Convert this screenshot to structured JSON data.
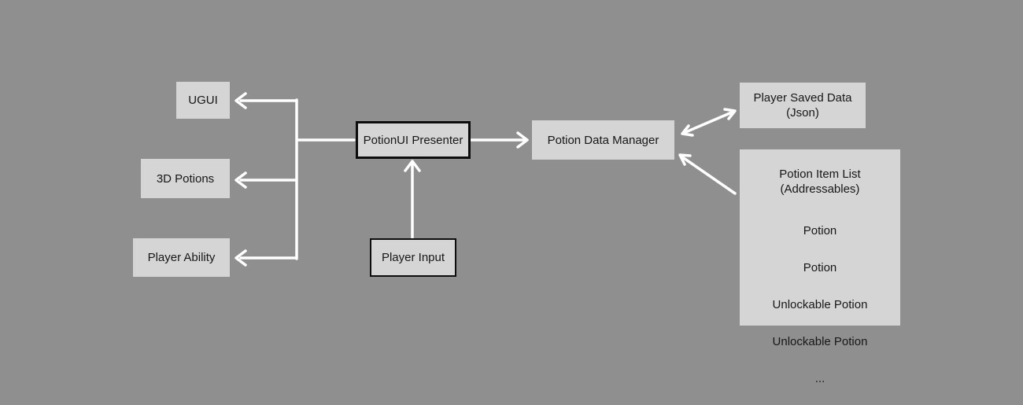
{
  "colors": {
    "background": "#8f8f8f",
    "node_fill": "#d5d5d5",
    "node_border": "#0d0d0d",
    "text": "#171717",
    "arrow": "#ffffff"
  },
  "diagram": {
    "nodes": {
      "ugui": {
        "label": "UGUI"
      },
      "potions_3d": {
        "label": "3D Potions"
      },
      "player_ability": {
        "label": "Player Ability"
      },
      "potionui_presenter": {
        "label": "PotionUI Presenter"
      },
      "player_input": {
        "label": "Player Input"
      },
      "potion_data_manager": {
        "label": "Potion Data Manager"
      },
      "player_saved_data": {
        "label_line1": "Player Saved Data",
        "label_line2": "(Json)"
      },
      "potion_item_list": {
        "title_line1": "Potion Item List",
        "title_line2": "(Addressables)",
        "items": [
          "Potion",
          "Potion",
          "Unlockable Potion",
          "Unlockable Potion",
          "..."
        ]
      }
    },
    "edges": [
      {
        "from": "potionui_presenter",
        "to": "ugui",
        "type": "arrow"
      },
      {
        "from": "potionui_presenter",
        "to": "potions_3d",
        "type": "arrow"
      },
      {
        "from": "potionui_presenter",
        "to": "player_ability",
        "type": "arrow"
      },
      {
        "from": "potionui_presenter",
        "to": "potion_data_manager",
        "type": "arrow"
      },
      {
        "from": "player_input",
        "to": "potionui_presenter",
        "type": "arrow"
      },
      {
        "from": "potion_data_manager",
        "to": "player_saved_data",
        "type": "double-arrow"
      },
      {
        "from": "potion_item_list",
        "to": "potion_data_manager",
        "type": "arrow"
      }
    ]
  }
}
